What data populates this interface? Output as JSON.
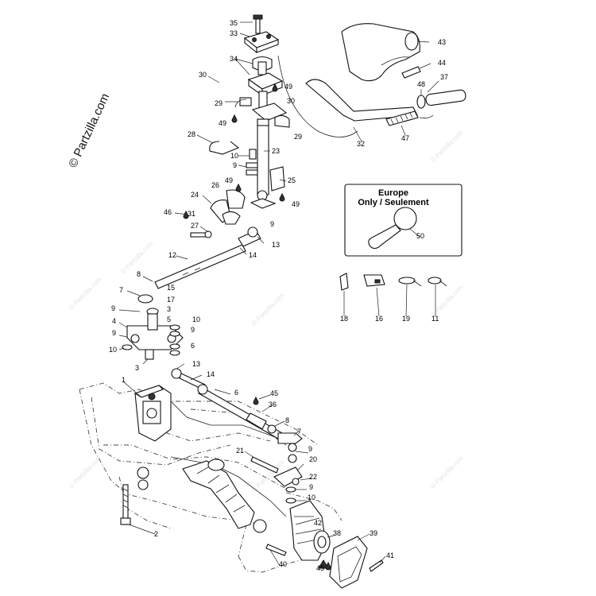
{
  "watermark": {
    "brand": "© Partzilla.com",
    "tile": "© Partzilla.com"
  },
  "inset": {
    "line1": "Europe",
    "line2": "Only / Seulement"
  },
  "callouts": [
    "1",
    "2",
    "3",
    "4",
    "5",
    "6",
    "7",
    "8",
    "9",
    "10",
    "11",
    "12",
    "13",
    "14",
    "15",
    "16",
    "17",
    "18",
    "19",
    "20",
    "21",
    "22",
    "23",
    "24",
    "25",
    "26",
    "27",
    "28",
    "29",
    "30",
    "31",
    "32",
    "33",
    "34",
    "35",
    "36",
    "37",
    "38",
    "39",
    "40",
    "41",
    "42",
    "43",
    "44",
    "45",
    "46",
    "47",
    "48",
    "49",
    "50"
  ]
}
